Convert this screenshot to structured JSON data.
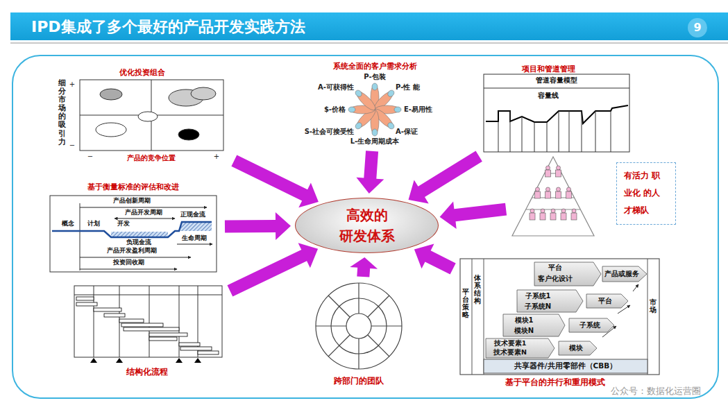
{
  "diagram": {
    "title": "IPD集成了多个最好的产品开发实践方法",
    "nodes": [
      {
        "text": [
          "优化投资组合"
        ]
      },
      {
        "text": [
          "系统全面的客户需求分析"
        ]
      },
      {
        "text": [
          "项目和管道管理"
        ]
      },
      {
        "text": [
          "基于衡量标准的评估和改进"
        ]
      },
      {
        "text": [
          "高效的 研发体系"
        ]
      },
      {
        "text": [
          "有活力 职业化 的人才梯队"
        ]
      },
      {
        "text": [
          "结构化流程"
        ]
      },
      {
        "text": [
          "跨部门的团队"
        ]
      },
      {
        "text": [
          "基于平台的并行和重用模式"
        ]
      }
    ],
    "edges": [
      {
        "from": 0,
        "to": 4,
        "arrow": "to"
      },
      {
        "from": 1,
        "to": 4,
        "arrow": "to"
      },
      {
        "from": 2,
        "to": 4,
        "arrow": "to"
      },
      {
        "from": 3,
        "to": 4,
        "arrow": "to"
      },
      {
        "from": 5,
        "to": 4,
        "arrow": "to"
      },
      {
        "from": 6,
        "to": 4,
        "arrow": "to"
      },
      {
        "from": 7,
        "to": 4,
        "arrow": "to"
      },
      {
        "from": 8,
        "to": 4,
        "arrow": "to"
      }
    ],
    "labels": [
      "9",
      "+",
      "细分市场的吸引力",
      "−",
      "−",
      "产品的竞争位置",
      "+",
      "P-包装",
      "P-性 能",
      "E-易用性",
      "A-保证",
      "L-生命周期成本",
      "S-社会可接受性",
      "$-价格",
      "A-可获得性",
      "管道容量模型",
      "容量线",
      "产品创新周期",
      "概念",
      "计划",
      "产品开发周期",
      "开发",
      "负现金流",
      "正现金流",
      "生命周期",
      "产品开发盈利周期",
      "投资回收期",
      "平台策略",
      "体系结构",
      "平台",
      "客户化设计",
      "产品或服务",
      "子系统1",
      "子系统N",
      "平台",
      "模块1",
      "模块N",
      "子系统",
      "技术要素1",
      "技术要素N",
      "模块",
      "市场",
      "共享器件/共用零部件（CBB）",
      "公众号：数据化运营圈"
    ]
  }
}
